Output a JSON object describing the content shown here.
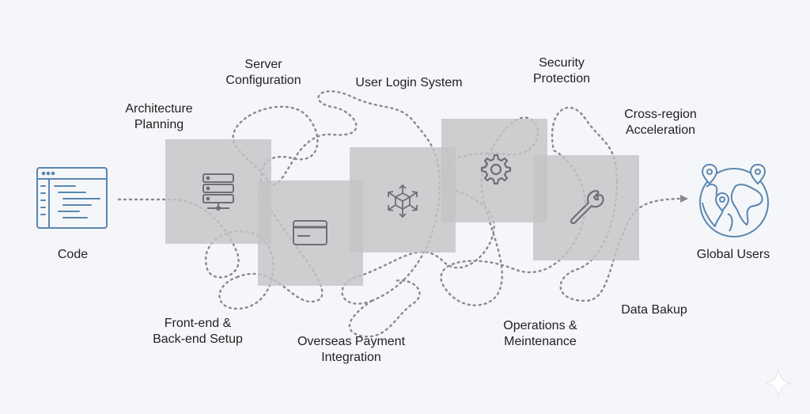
{
  "start": {
    "label": "Code",
    "icon": "code-editor-icon"
  },
  "end": {
    "label": "Global Users",
    "icon": "globe-with-pins-icon"
  },
  "steps": {
    "architecture": {
      "label": "Architecture\nPlanning",
      "icon": "server-rack-icon"
    },
    "server_config": {
      "label": "Server\nConfiguration"
    },
    "frontend_backend": {
      "label": "Front-end &\nBack-end Setup"
    },
    "payment": {
      "label": "Overseas Payment\nIntegration",
      "icon": "credit-card-icon"
    },
    "login": {
      "label": "User Login System",
      "icon": "cube-network-icon"
    },
    "security": {
      "label": "Security\nProtection",
      "icon": "gear-icon"
    },
    "ops": {
      "label": "Operations &\nMeintenance",
      "icon": "wrench-icon"
    },
    "cross_region": {
      "label": "Cross-region\nAcceleration"
    },
    "backup": {
      "label": "Data Bakup"
    }
  },
  "colors": {
    "icon_blue": "#5b86b0",
    "icon_gray": "#6f6f73",
    "path_gray": "#8a8a8d",
    "box_gray": "#c4c4c7"
  }
}
